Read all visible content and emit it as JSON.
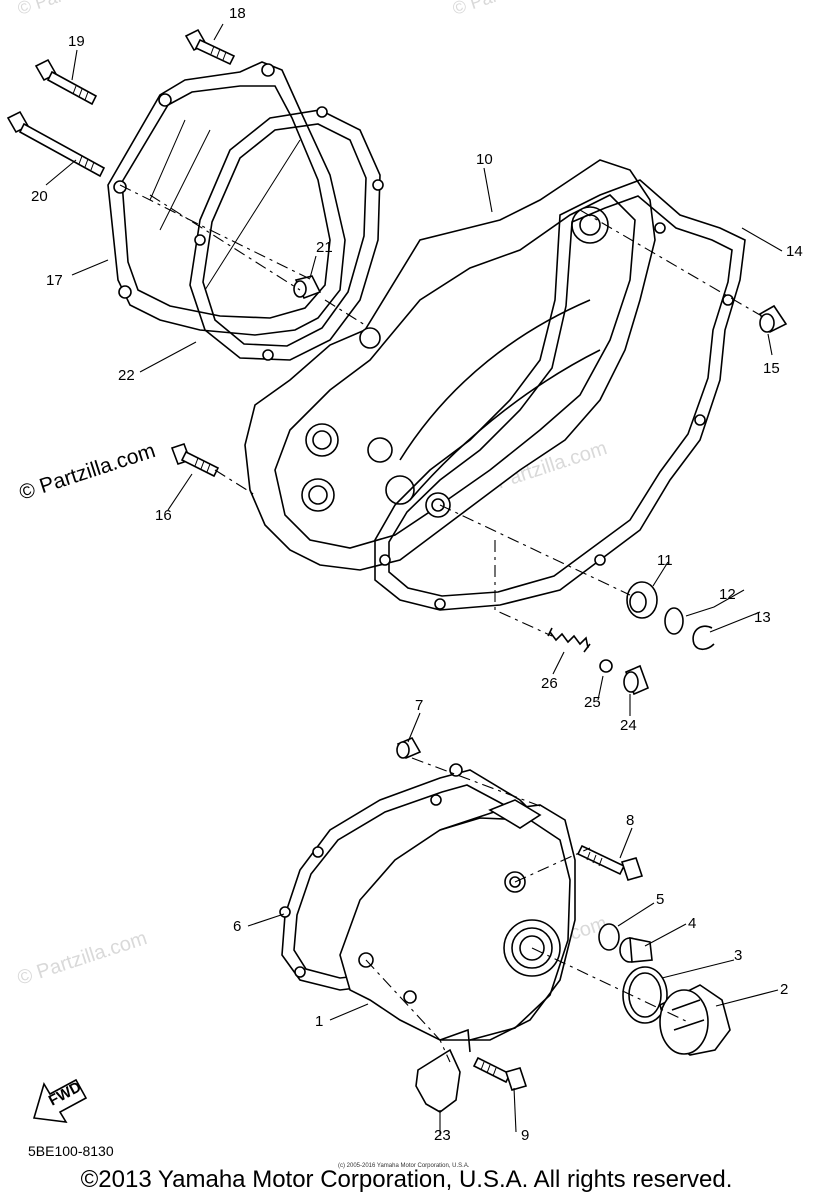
{
  "callouts": {
    "c1": "1",
    "c2": "2",
    "c3": "3",
    "c4": "4",
    "c5": "5",
    "c6": "6",
    "c7": "7",
    "c8": "8",
    "c9": "9",
    "c10": "10",
    "c11": "11",
    "c12": "12",
    "c13": "13",
    "c14": "14",
    "c15": "15",
    "c16": "16",
    "c17": "17",
    "c18": "18",
    "c19": "19",
    "c20": "20",
    "c21": "21",
    "c22": "22",
    "c23": "23",
    "c24": "24",
    "c25": "25",
    "c26": "26"
  },
  "watermark": {
    "main": "© Partzilla.com",
    "faint": "© Partzilla.com"
  },
  "fwd_label": "FWD",
  "diagram_code": "5BE100-8130",
  "copyright": "©2013 Yamaha Motor Corporation, U.S.A. All rights reserved.",
  "tiny_copyright": "(c) 2005-2016 Yamaha Motor Corporation, U.S.A."
}
